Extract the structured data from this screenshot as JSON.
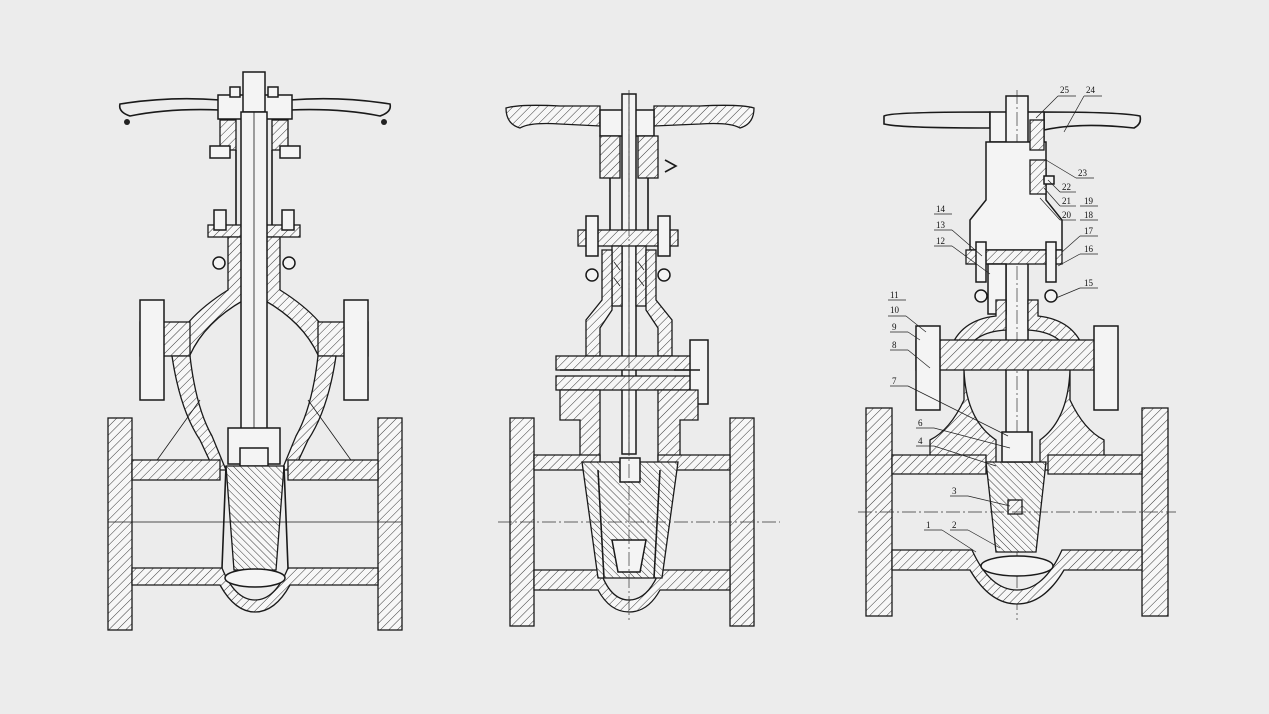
{
  "drawings": [
    {
      "id": "valve-left"
    },
    {
      "id": "valve-middle"
    },
    {
      "id": "valve-right"
    }
  ],
  "part_numbers": [
    "1",
    "2",
    "3",
    "4",
    "6",
    "7",
    "8",
    "9",
    "10",
    "11",
    "12",
    "13",
    "14",
    "15",
    "16",
    "17",
    "18",
    "19",
    "20",
    "21",
    "22",
    "23",
    "24",
    "25"
  ]
}
